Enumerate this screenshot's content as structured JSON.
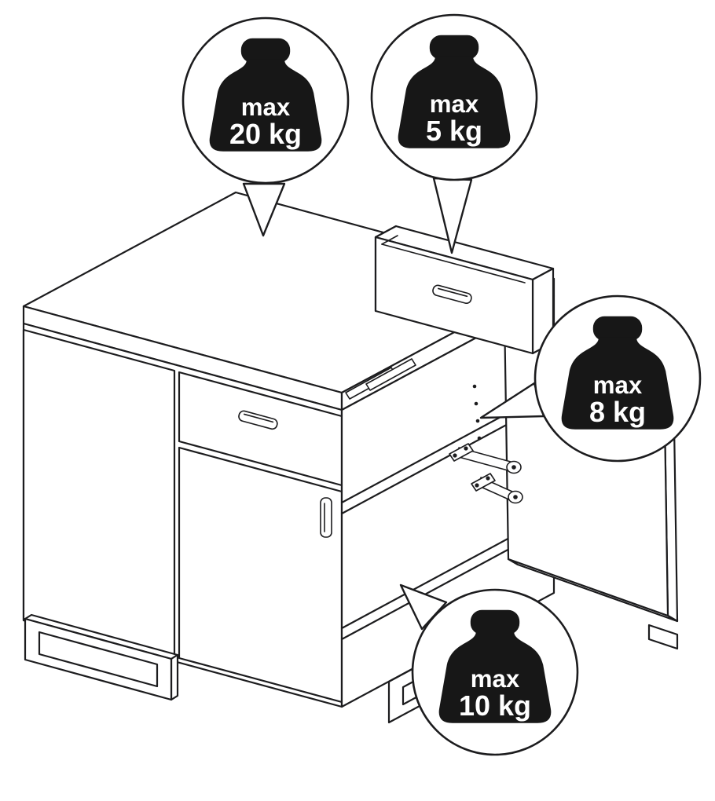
{
  "callouts": [
    {
      "prefix": "max",
      "value": "20 kg"
    },
    {
      "prefix": "max",
      "value": "5 kg"
    },
    {
      "prefix": "max",
      "value": "8 kg"
    },
    {
      "prefix": "max",
      "value": "10 kg"
    }
  ]
}
